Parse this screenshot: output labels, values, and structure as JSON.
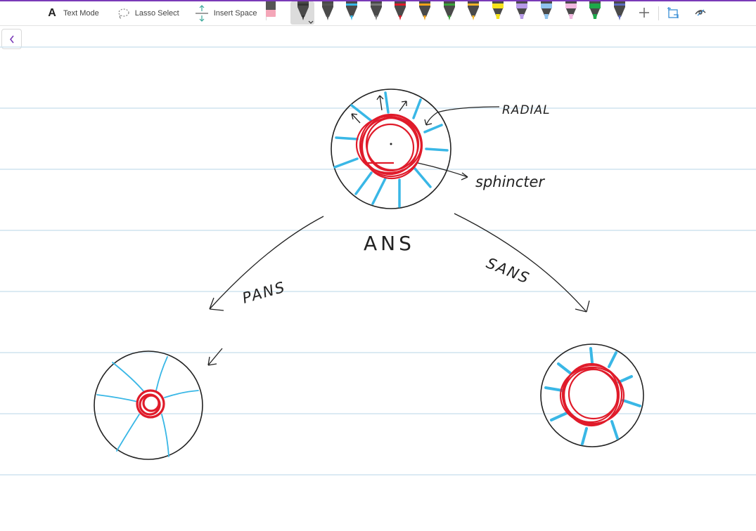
{
  "colors": {
    "accent": "#7a3ab8",
    "rule_line": "#cfe3ef",
    "ink_black": "#222222",
    "ink_red": "#e01b2a",
    "ink_blue": "#39b7e6"
  },
  "toolbar": {
    "text_mode_label": "Text Mode",
    "lasso_select_label": "Lasso Select",
    "insert_space_label": "Insert Space",
    "add_pen_icon": "plus-icon",
    "ink_to_shape_icon": "ink-to-shape-icon",
    "replay_icon": "ink-replay-icon",
    "eraser_icon": "eraser-icon",
    "pens": [
      {
        "name": "black-pen",
        "color": "#333333",
        "selected": true
      },
      {
        "name": "grey-pen",
        "color": "#555555"
      },
      {
        "name": "light-blue-pen",
        "color": "#39b7e6"
      },
      {
        "name": "dark-grey-pen",
        "color": "#777777"
      },
      {
        "name": "red-pen",
        "color": "#e01b2a"
      },
      {
        "name": "orange-pen",
        "color": "#f4a21b"
      },
      {
        "name": "green-pen",
        "color": "#3aa43a"
      },
      {
        "name": "amber-pen",
        "color": "#f2b32a"
      },
      {
        "name": "yellow-highlighter",
        "color": "#f6e21a"
      },
      {
        "name": "purple-highlighter",
        "color": "#b79ae8"
      },
      {
        "name": "blue-highlighter",
        "color": "#8fc3ee"
      },
      {
        "name": "pink-highlighter",
        "color": "#f2b8e0"
      },
      {
        "name": "green-highlighter",
        "color": "#1ea84a"
      },
      {
        "name": "galaxy-pen",
        "color": "#5c6bc0"
      }
    ]
  },
  "canvas": {
    "labels": {
      "radial": "RADIAL",
      "sphincter": "sphincter",
      "ans": "ANS",
      "pans": "PANS",
      "sans": "SANS"
    }
  }
}
